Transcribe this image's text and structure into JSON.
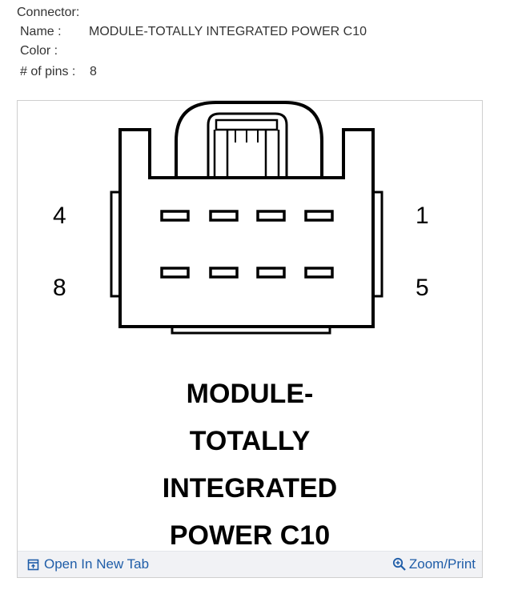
{
  "connector": {
    "heading": "Connector:",
    "name_label": "Name :",
    "name_value": "MODULE-TOTALLY INTEGRATED POWER C10",
    "color_label": "Color :",
    "pins_label": "# of pins :",
    "pins_value": "8"
  },
  "diagram": {
    "pin_labels": {
      "top_left": "4",
      "bottom_left": "8",
      "top_right": "1",
      "bottom_right": "5"
    },
    "title_lines": [
      "MODULE-",
      "TOTALLY",
      "INTEGRATED",
      "POWER C10"
    ]
  },
  "footer": {
    "open_tab_label": "Open In New Tab",
    "zoom_label": "Zoom/Print",
    "open_tab_icon": "open-new-tab-icon",
    "zoom_icon": "zoom-in-icon",
    "link_color": "#1f5da8"
  }
}
